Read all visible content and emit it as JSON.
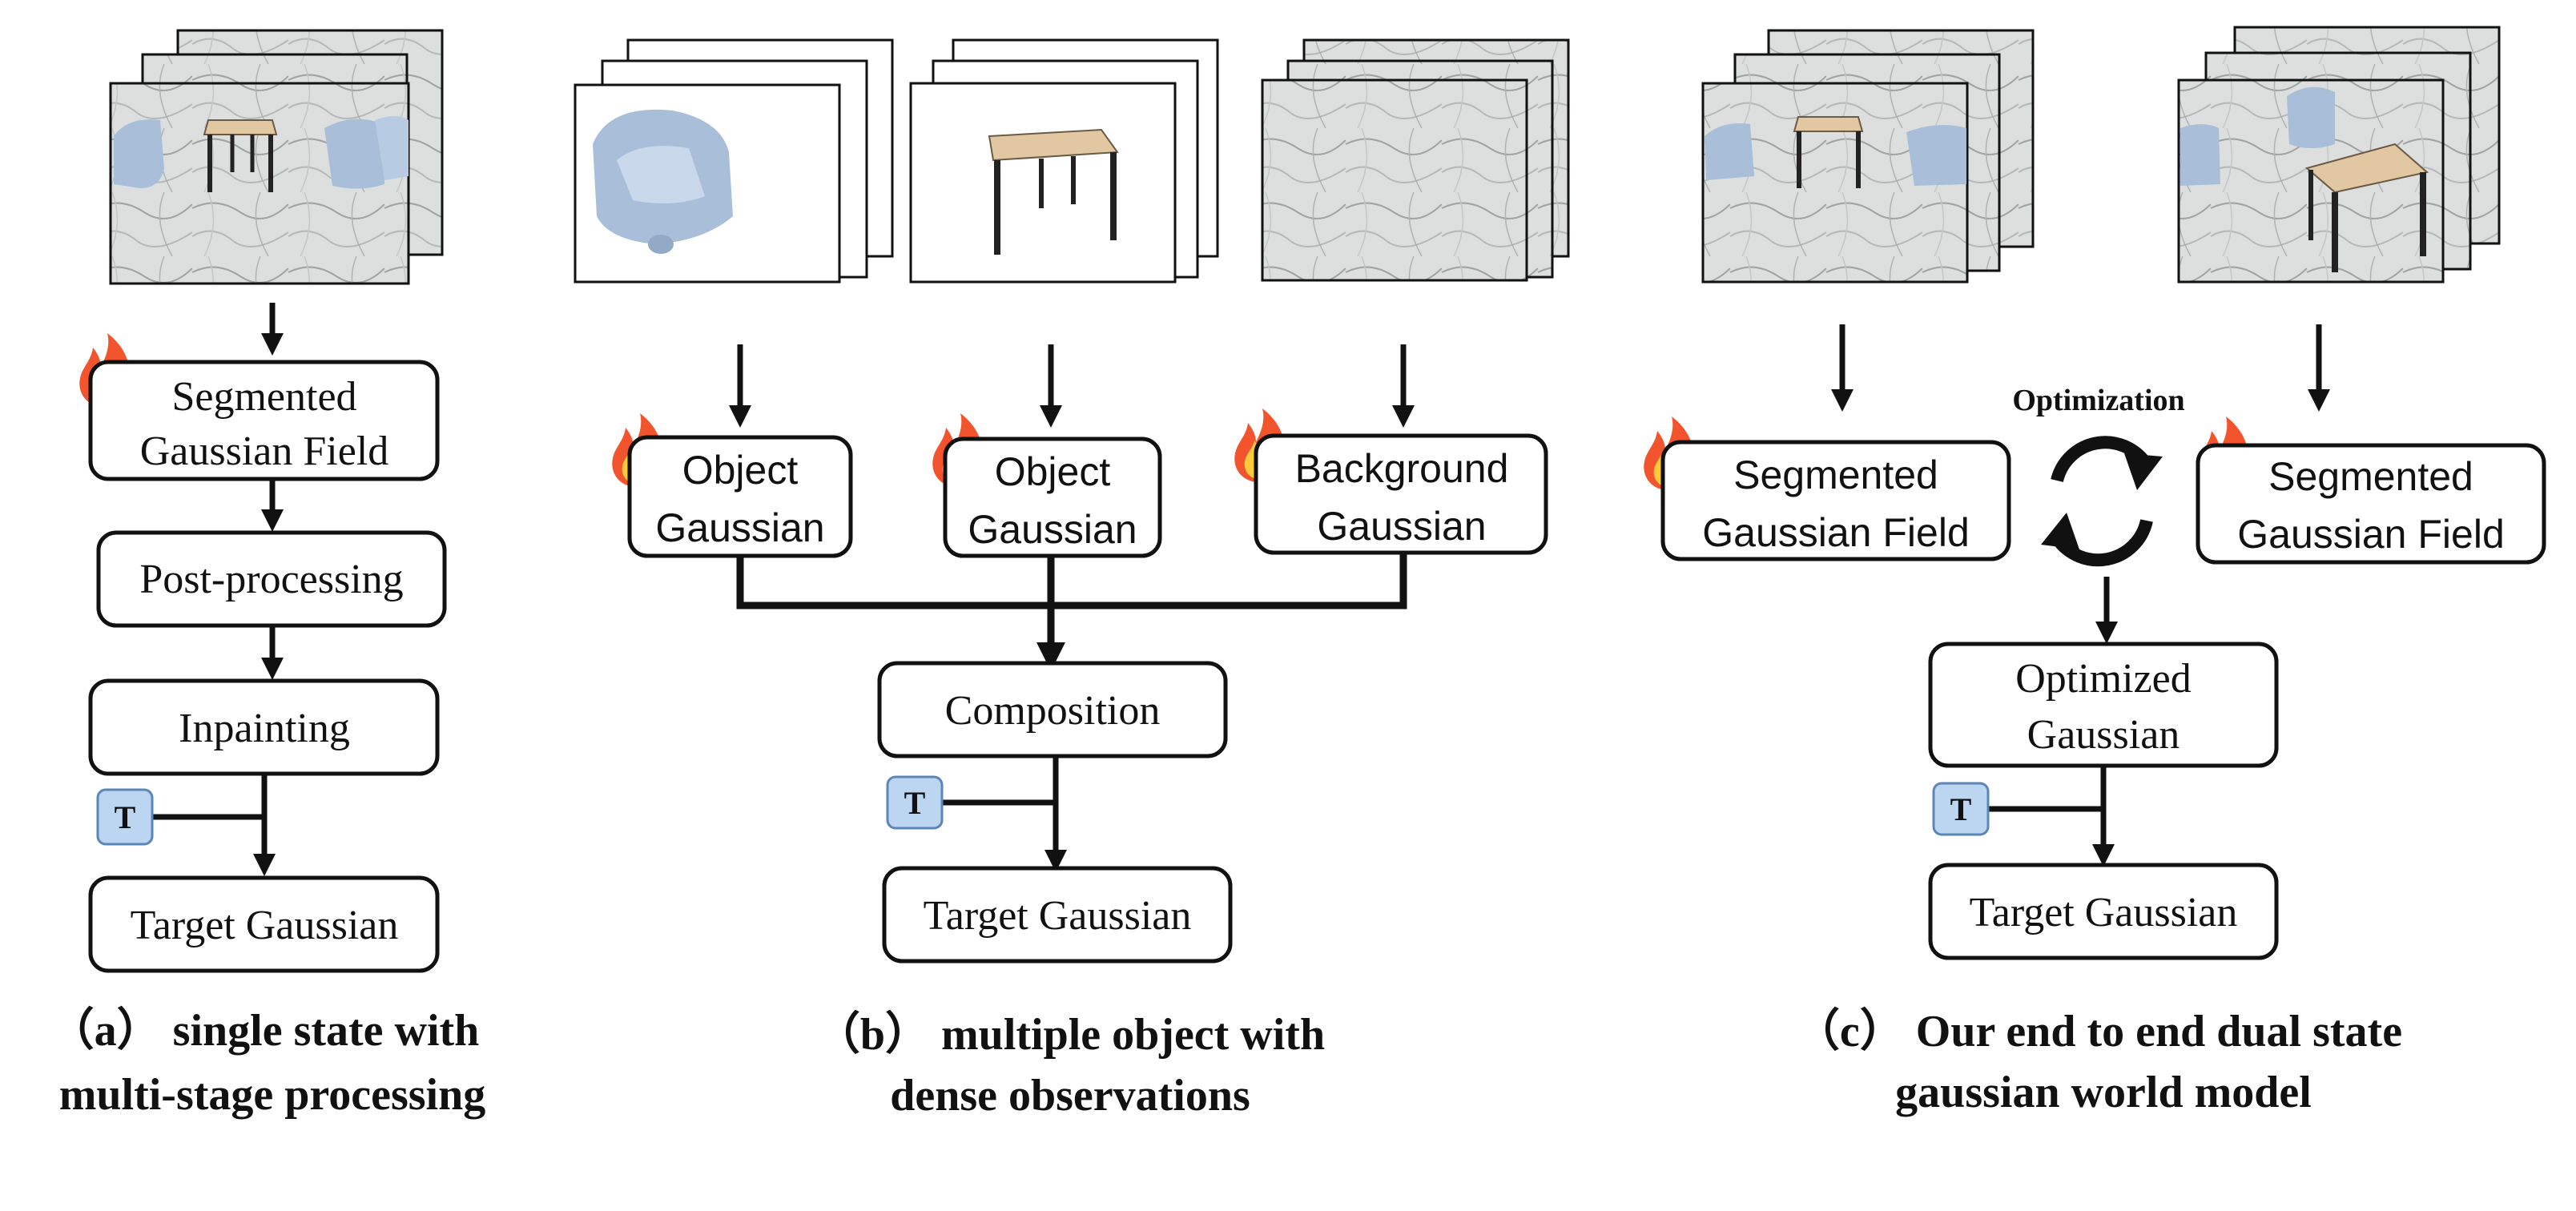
{
  "panel_a": {
    "boxes": [
      "Segmented",
      "Gaussian Field",
      "Post-processing",
      "Inpainting",
      "Target Gaussian"
    ],
    "t_badge": "T",
    "caption_line1": "（a） single state with",
    "caption_line2": "multi-stage processing"
  },
  "panel_b": {
    "object1_line1": "Object",
    "object1_line2": "Gaussian",
    "object2_line1": "Object",
    "object2_line2": "Gaussian",
    "background_line1": "Background",
    "background_line2": "Gaussian",
    "composition": "Composition",
    "target": "Target Gaussian",
    "t_badge": "T",
    "caption_line1": "（b） multiple object with",
    "caption_line2": "dense observations"
  },
  "panel_c": {
    "left_line1": "Segmented",
    "left_line2": "Gaussian Field",
    "right_line1": "Segmented",
    "right_line2": "Gaussian Field",
    "optimization_label": "Optimization",
    "optimized_line1": "Optimized",
    "optimized_line2": "Gaussian",
    "target": "Target Gaussian",
    "t_badge": "T",
    "caption_line1": "（c） Our end to end dual state",
    "caption_line2": "gaussian world model"
  },
  "colors": {
    "chair_blue": "#a9bfd9",
    "t_badge_fill": "#bcd6f2",
    "marble": "#d9dcda",
    "flame_outer": "#f2542d",
    "flame_inner": "#ffc93c"
  }
}
